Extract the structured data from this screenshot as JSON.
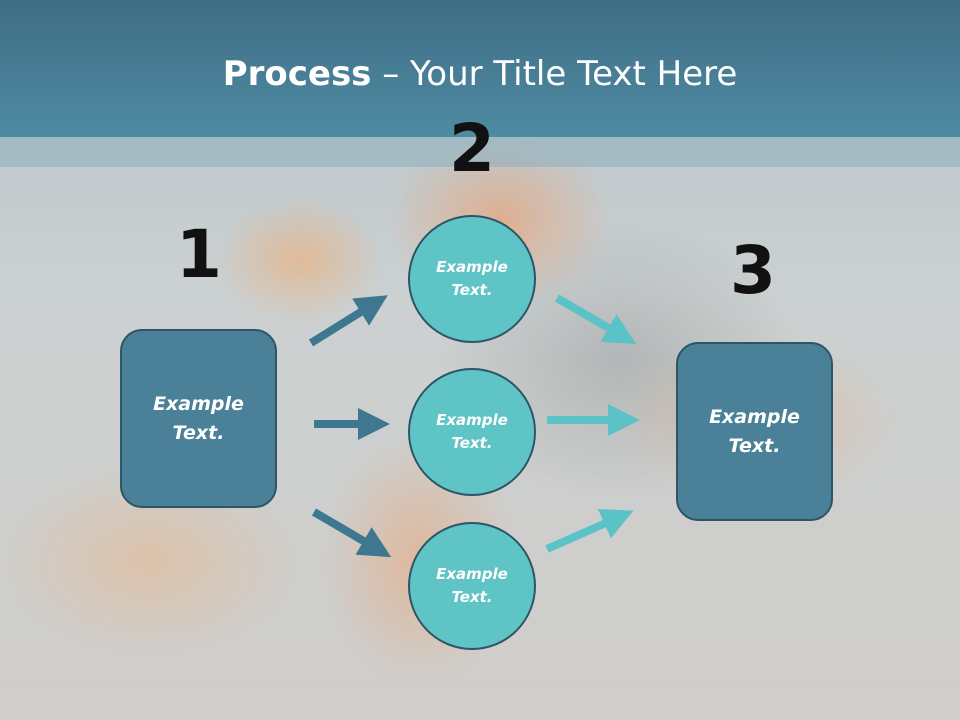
{
  "title": {
    "bold": "Process",
    "rest": " – Your Title Text Here"
  },
  "steps": {
    "one": "1",
    "two": "2",
    "three": "3"
  },
  "left_box": {
    "text": "Example\nText."
  },
  "right_box": {
    "text": "Example\nText."
  },
  "circles": [
    {
      "text": "Example\nText."
    },
    {
      "text": "Example\nText."
    },
    {
      "text": "Example\nText."
    }
  ],
  "colors": {
    "box": "#4a8199",
    "circle": "#5fc4c6",
    "arrow_dark": "#3f7790",
    "arrow_light": "#5bc3c7",
    "title_bar": "#4a7f96"
  }
}
